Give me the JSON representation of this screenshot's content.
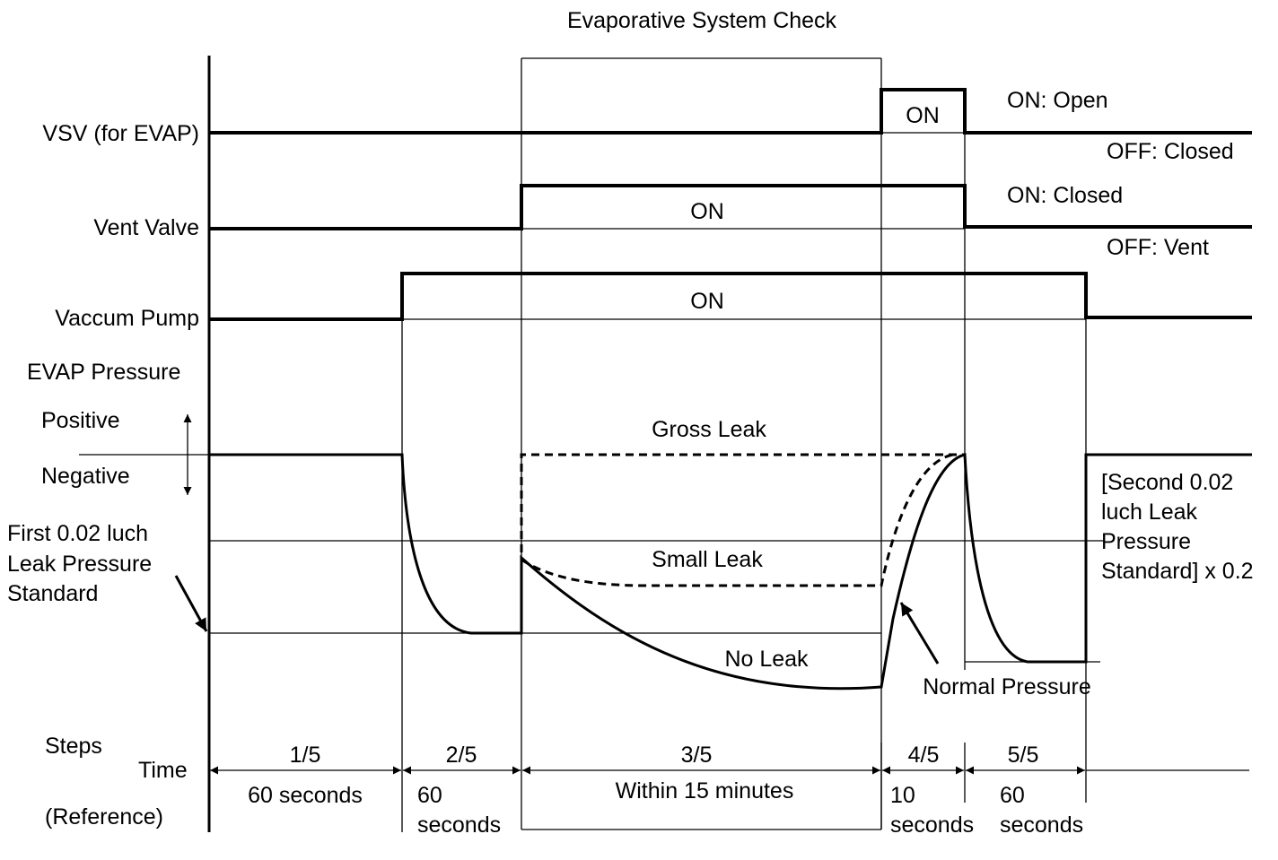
{
  "title": "Evaporative System Check",
  "signals": {
    "vsv": {
      "name": "VSV (for EVAP)",
      "on_label": "ON",
      "state_on": "ON: Open",
      "state_off": "OFF: Closed"
    },
    "vent": {
      "name": "Vent Valve",
      "on_label": "ON",
      "state_on": "ON: Closed",
      "state_off": "OFF: Vent"
    },
    "pump": {
      "name": "Vaccum Pump",
      "on_label": "ON"
    }
  },
  "pressure": {
    "name": "EVAP Pressure",
    "positive": "Positive",
    "negative": "Negative",
    "first_standard": [
      "First 0.02 luch",
      "Leak  Pressure",
      "Standard"
    ],
    "second_standard": [
      "[Second 0.02",
      "luch Leak",
      "Pressure",
      "Standard] x 0.2"
    ],
    "gross_leak": "Gross Leak",
    "small_leak": "Small Leak",
    "no_leak": "No Leak",
    "normal_pressure": "Normal Pressure"
  },
  "timeline": {
    "steps_label": "Steps",
    "time_label": "Time",
    "reference_label": "(Reference)",
    "steps": [
      {
        "step": "1/5",
        "time": [
          "60 seconds"
        ]
      },
      {
        "step": "2/5",
        "time": [
          "60",
          "seconds"
        ]
      },
      {
        "step": "3/5",
        "time": [
          "Within 15 minutes"
        ]
      },
      {
        "step": "4/5",
        "time": [
          "10",
          "seconds"
        ]
      },
      {
        "step": "5/5",
        "time": [
          "60",
          "seconds"
        ]
      }
    ]
  }
}
